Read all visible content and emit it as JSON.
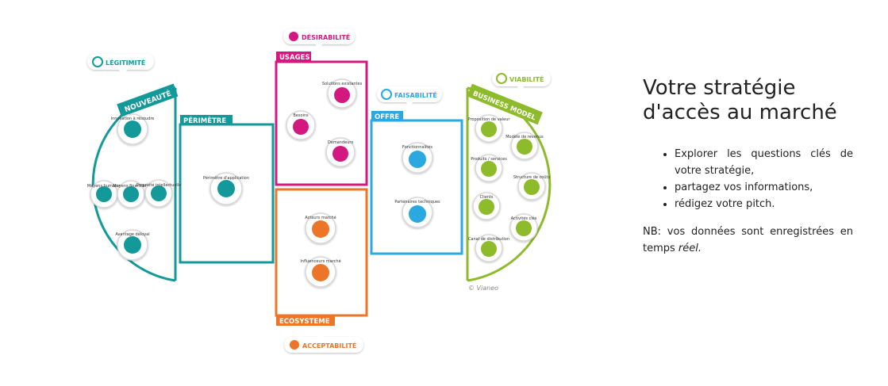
{
  "colors": {
    "teal": "#13999a",
    "magenta": "#d3197f",
    "orange": "#ec7527",
    "blue": "#2aa8df",
    "green": "#8dbb2b"
  },
  "diagram": {
    "tags": {
      "legitimite": "LÉGITIMITÉ",
      "desirabilite": "DÉSIRABILITÉ",
      "faisabilite": "FAISABILITÉ",
      "viabilite": "VIABILITÉ",
      "acceptabilite": "ACCEPTABILITÉ"
    },
    "sections": {
      "nouveaute": "NOUVEAUTÉ",
      "perimetre": "PÉRIMÈTRE",
      "usages": "USAGES",
      "ecosysteme": "ECOSYSTEME",
      "offre": "OFFRE",
      "business_model": "BUSINESS MODEL"
    },
    "blocks": {
      "innovation": "Innovation à résoudre",
      "moyens": "Moyens humains",
      "moyens_financiers": "Moyens financiers",
      "propriete": "Propriété intellectuelle",
      "avantage": "Avantage déloyal",
      "perimetre_app": "Périmètre d'application",
      "besoins": "Besoins",
      "solutions": "Solutions existantes",
      "demandeurs": "Demandeurs",
      "acteurs": "Acteurs marché",
      "influenceurs": "Influenceurs marché",
      "fonctionnalites": "Fonctionnalités",
      "partenaires": "Partenaires techniques",
      "proposition": "Proposition de valeur",
      "modele": "Modèle de revenus",
      "produits": "Produits / services",
      "structure": "Structure de coûts",
      "clients": "Clients",
      "activites": "Activités clés",
      "canal": "Canal de distribution"
    },
    "copyright": "© Vianeo"
  },
  "side": {
    "title": "Votre stratégie d'accès au marché",
    "bullets": [
      "Explorer les questions clés de votre stratégie,",
      "partagez vos informations,",
      "rédigez votre pitch."
    ],
    "note_prefix": "NB: vos données sont enregistrées en temps ",
    "note_emph": "réel."
  }
}
